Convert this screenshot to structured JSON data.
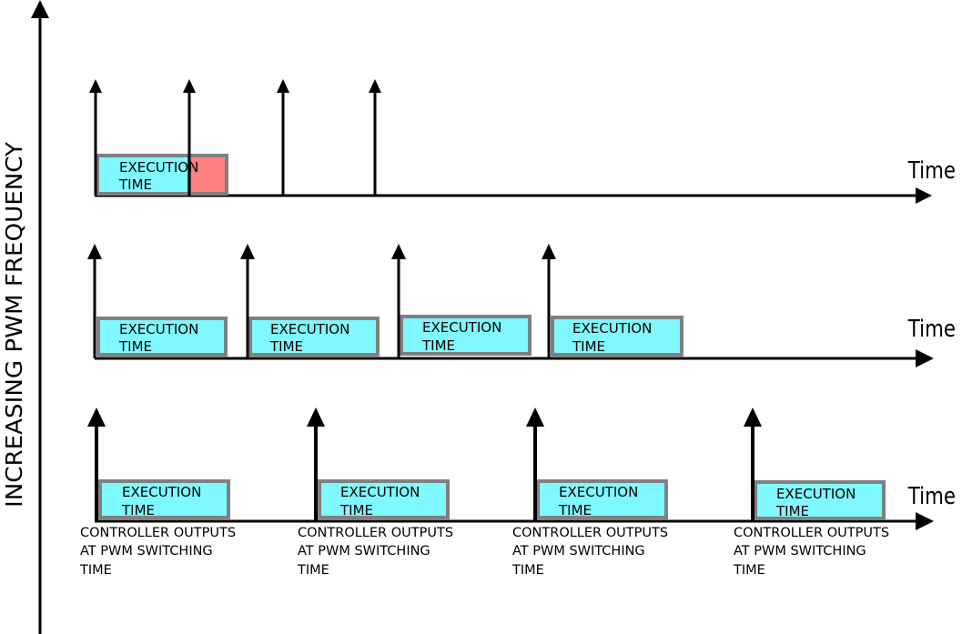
{
  "y_axis": {
    "title": "INCREASING PWM FREQUENCY"
  },
  "rows": [
    {
      "time_label": "Time",
      "pulse_count": 4,
      "execution_boxes": [
        {
          "line1": "EXECUTION",
          "line2": "TIME",
          "overrun": true
        }
      ]
    },
    {
      "time_label": "Time",
      "pulse_count": 4,
      "execution_boxes": [
        {
          "line1": "EXECUTION",
          "line2": "TIME",
          "overrun": false
        },
        {
          "line1": "EXECUTION",
          "line2": "TIME",
          "overrun": false
        },
        {
          "line1": "EXECUTION",
          "line2": "TIME",
          "overrun": false
        },
        {
          "line1": "EXECUTION",
          "line2": "TIME",
          "overrun": false
        }
      ]
    },
    {
      "time_label": "Time",
      "pulse_count": 4,
      "execution_boxes": [
        {
          "line1": "EXECUTION",
          "line2": "TIME",
          "overrun": false
        },
        {
          "line1": "EXECUTION",
          "line2": "TIME",
          "overrun": false
        },
        {
          "line1": "EXECUTION",
          "line2": "TIME",
          "overrun": false
        },
        {
          "line1": "EXECUTION",
          "line2": "TIME",
          "overrun": false
        }
      ],
      "notes": [
        {
          "line1": "CONTROLLER OUTPUTS",
          "line2": "AT PWM SWITCHING",
          "line3": "TIME"
        },
        {
          "line1": "CONTROLLER OUTPUTS",
          "line2": "AT PWM SWITCHING",
          "line3": "TIME"
        },
        {
          "line1": "CONTROLLER OUTPUTS",
          "line2": "AT PWM SWITCHING",
          "line3": "TIME"
        },
        {
          "line1": "CONTROLLER OUTPUTS",
          "line2": "AT PWM SWITCHING",
          "line3": "TIME"
        }
      ]
    }
  ],
  "colors": {
    "execution_fill": "#7ff8ff",
    "overrun_fill": "#ff8080",
    "box_border": "#808080",
    "line": "#000000"
  }
}
